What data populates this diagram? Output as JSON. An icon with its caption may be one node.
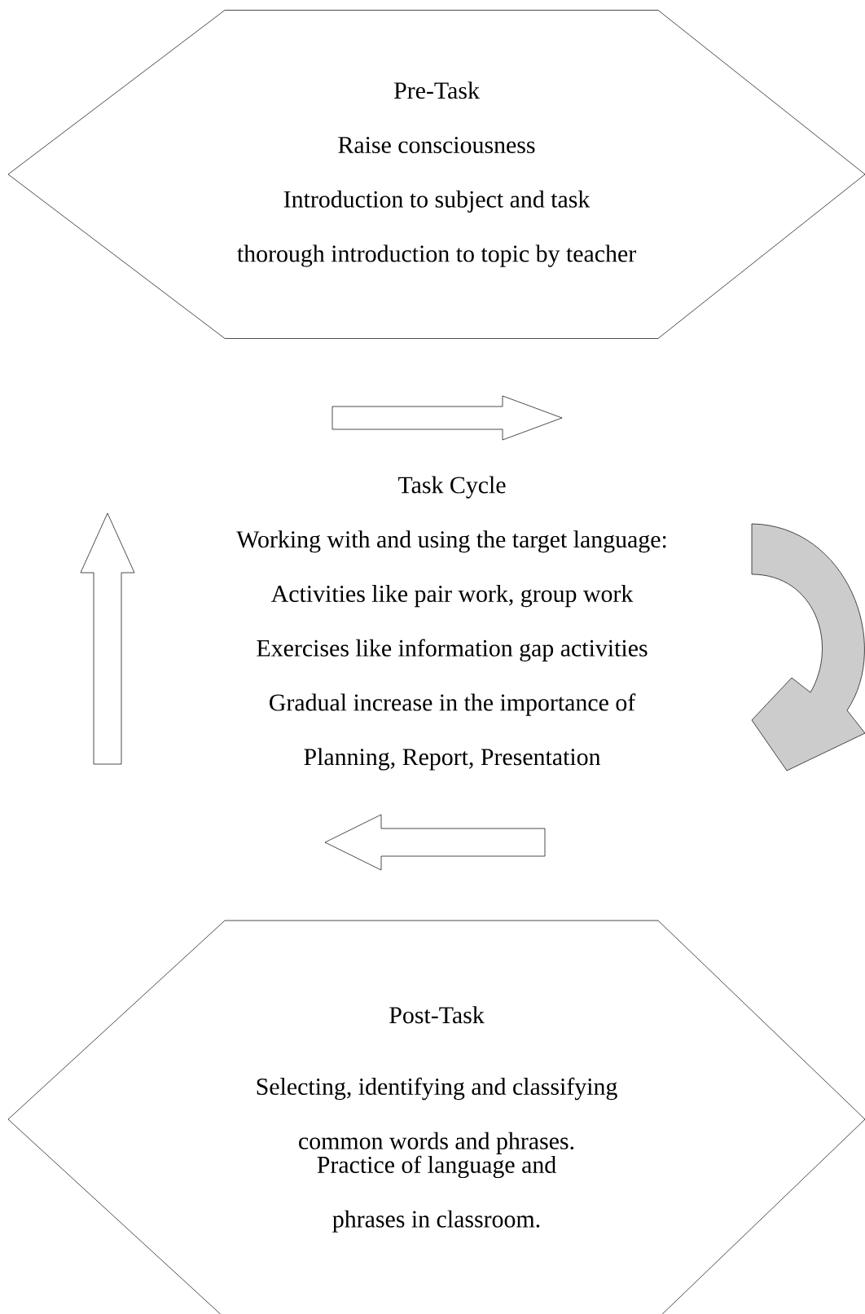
{
  "diagram": {
    "nodes": [
      {
        "text": [
          "Pre-Task",
          "Raise consciousness",
          "Introduction to subject and task",
          "thorough introduction to topic by teacher"
        ]
      },
      {
        "text": [
          "Task Cycle",
          "Working with and using the target language:",
          "Activities like pair work, group work",
          "Exercises like information gap activities",
          "Gradual increase in the importance of",
          "Planning, Report, Presentation"
        ]
      },
      {
        "text": [
          "Post-Task",
          "Selecting, identifying and classifying common words and phrases.",
          "Practice of language and phrases in classroom."
        ]
      }
    ]
  }
}
